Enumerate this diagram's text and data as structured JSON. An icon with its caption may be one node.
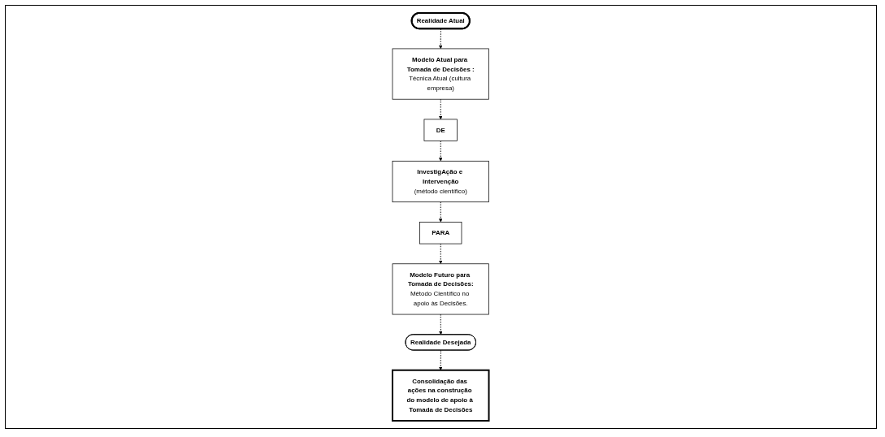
{
  "diagram": {
    "nodes": [
      {
        "text": [
          "DE"
        ]
      },
      {
        "text": [
          "InvestigAção e Intervenção",
          "(método científico)"
        ]
      },
      {
        "text": [
          "PARA"
        ]
      },
      {
        "text": [
          "Modelo Atual para Tomada de Decisões :",
          "Técnica Atual (cultura empresa)"
        ]
      },
      {
        "text": [
          "Modelo Futuro para Tomada de Decisões:",
          "Método Científico no apoio às Decisões."
        ]
      },
      {
        "text": [
          "Consolidação das ações na construção do modelo de apoio à Tomada de Decisões"
        ]
      },
      {
        "text": [
          "Realidade Atual"
        ]
      },
      {
        "text": [
          "Realidade Desejada"
        ]
      }
    ],
    "edges": [
      {
        "from": 6,
        "to": 3,
        "arrow": "to",
        "style": "dashed"
      },
      {
        "from": 3,
        "to": 0,
        "arrow": "to",
        "style": "dashed"
      },
      {
        "from": 0,
        "to": 1,
        "arrow": "to",
        "style": "dashed"
      },
      {
        "from": 1,
        "to": 2,
        "arrow": "to",
        "style": "dashed"
      },
      {
        "from": 2,
        "to": 4,
        "arrow": "to",
        "style": "dashed"
      },
      {
        "from": 4,
        "to": 7,
        "arrow": "to",
        "style": "dashed"
      },
      {
        "from": 7,
        "to": 5,
        "arrow": "to",
        "style": "dashed"
      }
    ]
  }
}
